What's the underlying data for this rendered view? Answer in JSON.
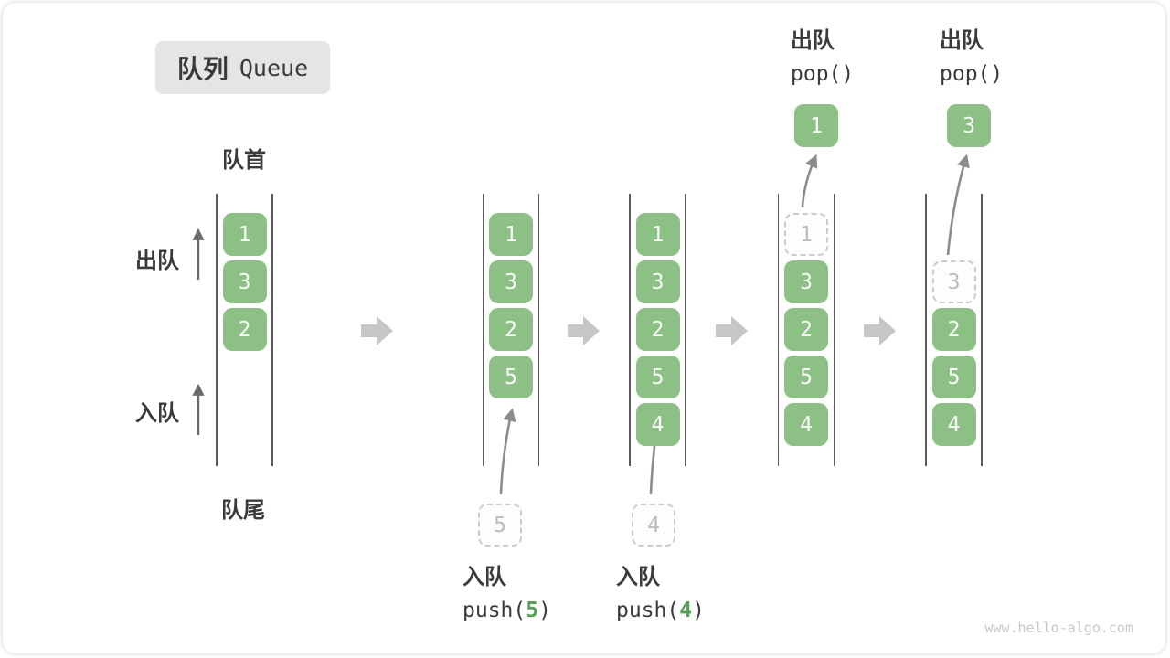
{
  "title": {
    "zh": "队列",
    "en": "Queue"
  },
  "side_labels": {
    "front": "队首",
    "rear": "队尾",
    "dequeue": "出队",
    "enqueue": "入队"
  },
  "watermark": "www.hello-algo.com",
  "colors": {
    "cell_green": "#8cc084",
    "accent_green": "#55a054",
    "ghost_border": "#cccccc",
    "ghost_text": "#bcbcbc",
    "block_arrow": "#c6c6c6",
    "thin_arrow": "#8c8c8c",
    "label_dark": "#3a3a3a",
    "title_bg": "#e5e5e5"
  },
  "queue": {
    "stages": [
      {
        "cells": [
          {
            "value": "1",
            "slot": 0
          },
          {
            "value": "3",
            "slot": 1
          },
          {
            "value": "2",
            "slot": 2
          }
        ]
      },
      {
        "cells": [
          {
            "value": "1",
            "slot": 0
          },
          {
            "value": "3",
            "slot": 1
          },
          {
            "value": "2",
            "slot": 2
          },
          {
            "value": "5",
            "slot": 3
          }
        ]
      },
      {
        "cells": [
          {
            "value": "1",
            "slot": 0
          },
          {
            "value": "3",
            "slot": 1
          },
          {
            "value": "2",
            "slot": 2
          },
          {
            "value": "5",
            "slot": 3
          },
          {
            "value": "4",
            "slot": 4
          }
        ]
      },
      {
        "cells": [
          {
            "value": "1",
            "slot": 0,
            "ghost": true
          },
          {
            "value": "3",
            "slot": 1
          },
          {
            "value": "2",
            "slot": 2
          },
          {
            "value": "5",
            "slot": 3
          },
          {
            "value": "4",
            "slot": 4
          }
        ]
      },
      {
        "cells": [
          {
            "value": "3",
            "slot": 1,
            "ghost": true
          },
          {
            "value": "2",
            "slot": 2
          },
          {
            "value": "5",
            "slot": 3
          },
          {
            "value": "4",
            "slot": 4
          }
        ]
      }
    ],
    "floating": [
      {
        "id": "enqueue-5",
        "value": "5",
        "ghost": true
      },
      {
        "id": "enqueue-4",
        "value": "4",
        "ghost": true
      },
      {
        "id": "popped-1",
        "value": "1",
        "ghost": false
      },
      {
        "id": "popped-3",
        "value": "3",
        "ghost": false
      }
    ]
  },
  "operations": {
    "dequeue": [
      {
        "label": "出队",
        "code": "pop()"
      },
      {
        "label": "出队",
        "code": "pop()"
      }
    ],
    "enqueue": [
      {
        "label": "入队",
        "code_before": "push(",
        "arg": "5",
        "code_after": ")"
      },
      {
        "label": "入队",
        "code_before": "push(",
        "arg": "4",
        "code_after": ")"
      }
    ]
  }
}
